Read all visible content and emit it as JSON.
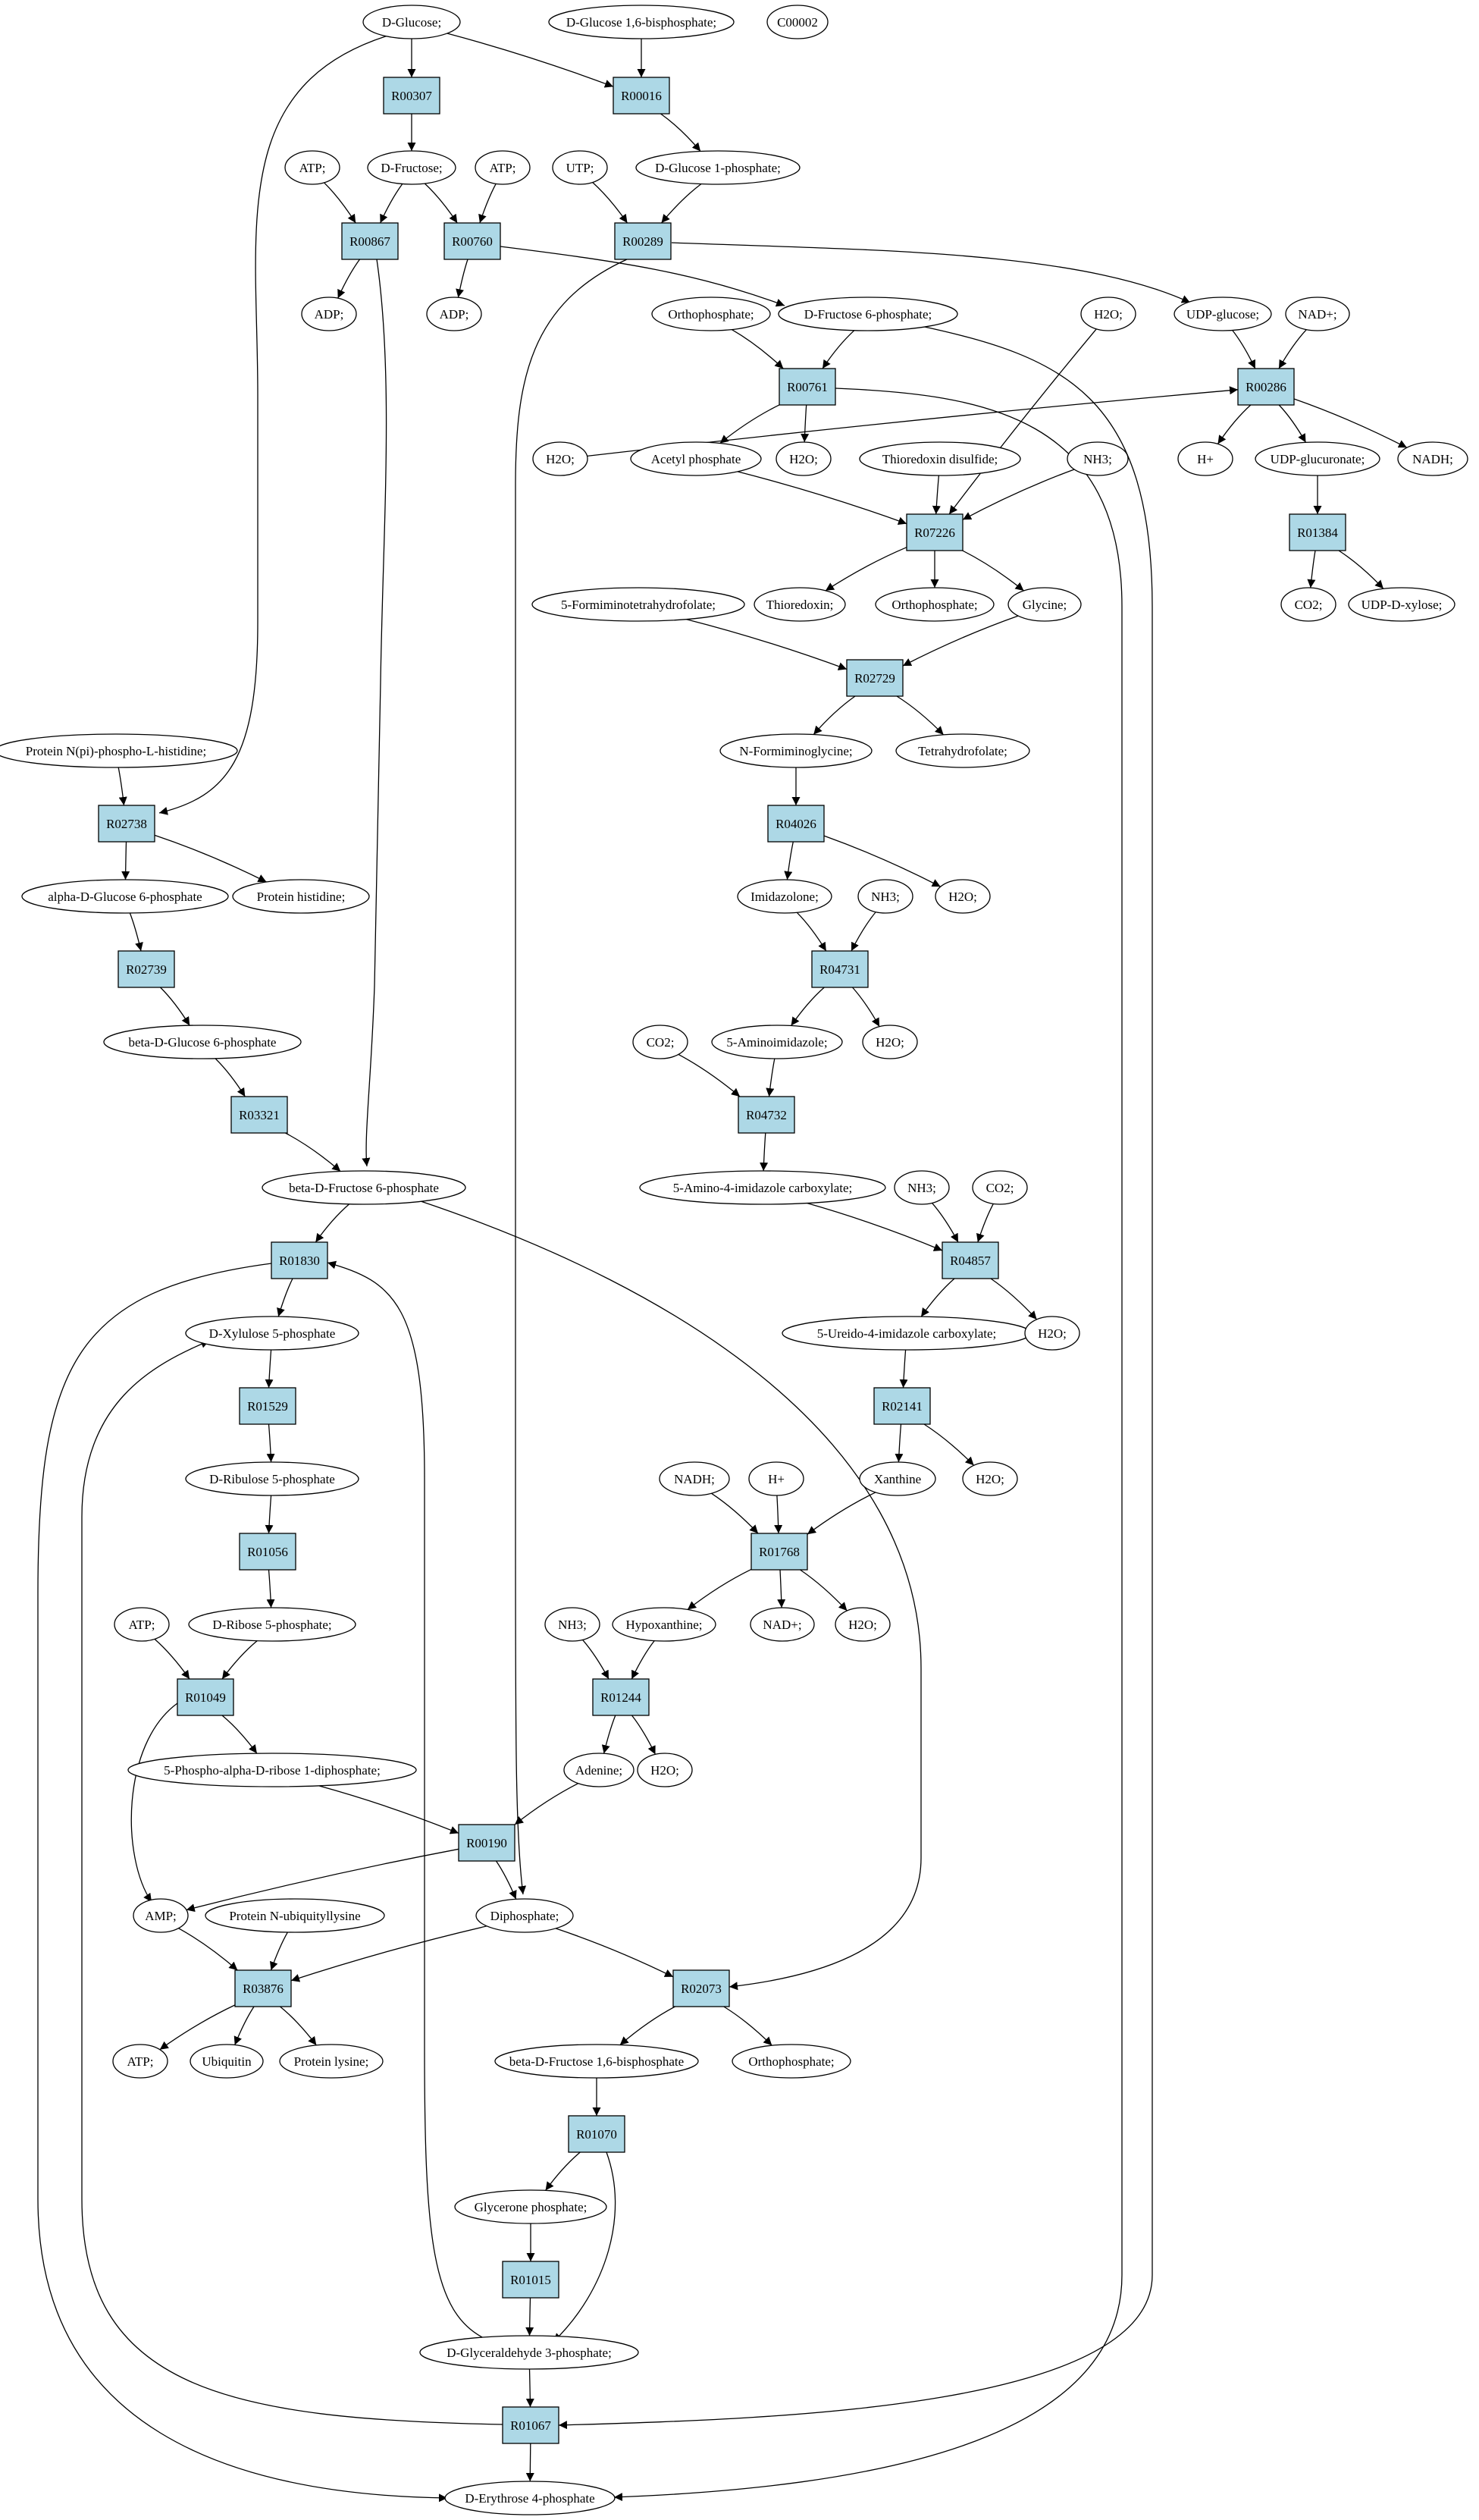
{
  "graph": {
    "colors": {
      "start": "#00ff00",
      "highlight": "#ffff00",
      "reaction": "#add8e6",
      "compound": "#ffffff"
    },
    "nodes": [
      {
        "id": "c1",
        "kind": "compound",
        "label": "D-Glucose;",
        "style": "start"
      },
      {
        "id": "c2",
        "kind": "compound",
        "label": "D-Glucose 1,6-bisphosphate;"
      },
      {
        "id": "c3",
        "kind": "compound",
        "label": "C00002",
        "style": "highlight"
      },
      {
        "id": "c4",
        "kind": "compound",
        "label": "ATP;"
      },
      {
        "id": "c5",
        "kind": "compound",
        "label": "D-Fructose;"
      },
      {
        "id": "c6",
        "kind": "compound",
        "label": "ATP;"
      },
      {
        "id": "c7",
        "kind": "compound",
        "label": "UTP;"
      },
      {
        "id": "c8",
        "kind": "compound",
        "label": "D-Glucose 1-phosphate;"
      },
      {
        "id": "c9",
        "kind": "compound",
        "label": "ADP;"
      },
      {
        "id": "c10",
        "kind": "compound",
        "label": "ADP;"
      },
      {
        "id": "c11",
        "kind": "compound",
        "label": "Orthophosphate;"
      },
      {
        "id": "c12",
        "kind": "compound",
        "label": "D-Fructose 6-phosphate;"
      },
      {
        "id": "c13",
        "kind": "compound",
        "label": "H2O;"
      },
      {
        "id": "c14",
        "kind": "compound",
        "label": "UDP-glucose;"
      },
      {
        "id": "c15",
        "kind": "compound",
        "label": "NAD+;"
      },
      {
        "id": "c16",
        "kind": "compound",
        "label": "H2O;"
      },
      {
        "id": "c17",
        "kind": "compound",
        "label": "Acetyl phosphate"
      },
      {
        "id": "c18",
        "kind": "compound",
        "label": "H2O;"
      },
      {
        "id": "c19",
        "kind": "compound",
        "label": "Thioredoxin disulfide;"
      },
      {
        "id": "c20",
        "kind": "compound",
        "label": "NH3;"
      },
      {
        "id": "c21",
        "kind": "compound",
        "label": "H+"
      },
      {
        "id": "c22",
        "kind": "compound",
        "label": "UDP-glucuronate;"
      },
      {
        "id": "c23",
        "kind": "compound",
        "label": "NADH;"
      },
      {
        "id": "c24",
        "kind": "compound",
        "label": "5-Formiminotetrahydrofolate;"
      },
      {
        "id": "c25",
        "kind": "compound",
        "label": "Thioredoxin;"
      },
      {
        "id": "c26",
        "kind": "compound",
        "label": "Orthophosphate;"
      },
      {
        "id": "c27",
        "kind": "compound",
        "label": "Glycine;"
      },
      {
        "id": "c28",
        "kind": "compound",
        "label": "CO2;"
      },
      {
        "id": "c29",
        "kind": "compound",
        "label": "UDP-D-xylose;"
      },
      {
        "id": "c30",
        "kind": "compound",
        "label": "Protein N(pi)-phospho-L-histidine;"
      },
      {
        "id": "c31",
        "kind": "compound",
        "label": "N-Formiminoglycine;"
      },
      {
        "id": "c32",
        "kind": "compound",
        "label": "Tetrahydrofolate;"
      },
      {
        "id": "c33",
        "kind": "compound",
        "label": "alpha-D-Glucose 6-phosphate"
      },
      {
        "id": "c34",
        "kind": "compound",
        "label": "Protein histidine;"
      },
      {
        "id": "c35",
        "kind": "compound",
        "label": "Imidazolone;"
      },
      {
        "id": "c36",
        "kind": "compound",
        "label": "NH3;"
      },
      {
        "id": "c37",
        "kind": "compound",
        "label": "H2O;"
      },
      {
        "id": "c38",
        "kind": "compound",
        "label": "beta-D-Glucose 6-phosphate"
      },
      {
        "id": "c39",
        "kind": "compound",
        "label": "CO2;"
      },
      {
        "id": "c40",
        "kind": "compound",
        "label": "5-Aminoimidazole;"
      },
      {
        "id": "c41",
        "kind": "compound",
        "label": "H2O;"
      },
      {
        "id": "c42",
        "kind": "compound",
        "label": "beta-D-Fructose 6-phosphate"
      },
      {
        "id": "c43",
        "kind": "compound",
        "label": "5-Amino-4-imidazole carboxylate;"
      },
      {
        "id": "c44",
        "kind": "compound",
        "label": "NH3;"
      },
      {
        "id": "c45",
        "kind": "compound",
        "label": "CO2;"
      },
      {
        "id": "c46",
        "kind": "compound",
        "label": "D-Xylulose 5-phosphate"
      },
      {
        "id": "c47",
        "kind": "compound",
        "label": "5-Ureido-4-imidazole carboxylate;"
      },
      {
        "id": "c48",
        "kind": "compound",
        "label": "H2O;"
      },
      {
        "id": "c49",
        "kind": "compound",
        "label": "D-Ribulose 5-phosphate"
      },
      {
        "id": "c50",
        "kind": "compound",
        "label": "NADH;"
      },
      {
        "id": "c51",
        "kind": "compound",
        "label": "H+"
      },
      {
        "id": "c52",
        "kind": "compound",
        "label": "Xanthine"
      },
      {
        "id": "c53",
        "kind": "compound",
        "label": "H2O;"
      },
      {
        "id": "c54",
        "kind": "compound",
        "label": "ATP;"
      },
      {
        "id": "c55",
        "kind": "compound",
        "label": "D-Ribose 5-phosphate;"
      },
      {
        "id": "c56",
        "kind": "compound",
        "label": "NH3;"
      },
      {
        "id": "c57",
        "kind": "compound",
        "label": "Hypoxanthine;"
      },
      {
        "id": "c58",
        "kind": "compound",
        "label": "NAD+;"
      },
      {
        "id": "c59",
        "kind": "compound",
        "label": "H2O;"
      },
      {
        "id": "c60",
        "kind": "compound",
        "label": "5-Phospho-alpha-D-ribose 1-diphosphate;"
      },
      {
        "id": "c61",
        "kind": "compound",
        "label": "Adenine;"
      },
      {
        "id": "c62",
        "kind": "compound",
        "label": "H2O;"
      },
      {
        "id": "c63",
        "kind": "compound",
        "label": "AMP;"
      },
      {
        "id": "c64",
        "kind": "compound",
        "label": "Protein N-ubiquityllysine"
      },
      {
        "id": "c65",
        "kind": "compound",
        "label": "Diphosphate;"
      },
      {
        "id": "c66",
        "kind": "compound",
        "label": "ATP;"
      },
      {
        "id": "c67",
        "kind": "compound",
        "label": "Ubiquitin"
      },
      {
        "id": "c68",
        "kind": "compound",
        "label": "Protein lysine;"
      },
      {
        "id": "c69",
        "kind": "compound",
        "label": "beta-D-Fructose 1,6-bisphosphate"
      },
      {
        "id": "c70",
        "kind": "compound",
        "label": "Orthophosphate;"
      },
      {
        "id": "c71",
        "kind": "compound",
        "label": "Glycerone phosphate;"
      },
      {
        "id": "c72",
        "kind": "compound",
        "label": "D-Glyceraldehyde 3-phosphate;"
      },
      {
        "id": "c73",
        "kind": "compound",
        "label": "D-Erythrose 4-phosphate"
      },
      {
        "id": "r1",
        "kind": "reaction",
        "label": "R00307"
      },
      {
        "id": "r2",
        "kind": "reaction",
        "label": "R00016"
      },
      {
        "id": "r3",
        "kind": "reaction",
        "label": "R00867"
      },
      {
        "id": "r4",
        "kind": "reaction",
        "label": "R00760"
      },
      {
        "id": "r5",
        "kind": "reaction",
        "label": "R00289"
      },
      {
        "id": "r6",
        "kind": "reaction",
        "label": "R00761"
      },
      {
        "id": "r7",
        "kind": "reaction",
        "label": "R00286"
      },
      {
        "id": "r8",
        "kind": "reaction",
        "label": "R07226"
      },
      {
        "id": "r9",
        "kind": "reaction",
        "label": "R01384"
      },
      {
        "id": "r10",
        "kind": "reaction",
        "label": "R02729"
      },
      {
        "id": "r11",
        "kind": "reaction",
        "label": "R02738"
      },
      {
        "id": "r12",
        "kind": "reaction",
        "label": "R04026"
      },
      {
        "id": "r13",
        "kind": "reaction",
        "label": "R02739"
      },
      {
        "id": "r14",
        "kind": "reaction",
        "label": "R04731"
      },
      {
        "id": "r15",
        "kind": "reaction",
        "label": "R03321"
      },
      {
        "id": "r16",
        "kind": "reaction",
        "label": "R04732"
      },
      {
        "id": "r17",
        "kind": "reaction",
        "label": "R01830"
      },
      {
        "id": "r18",
        "kind": "reaction",
        "label": "R04857"
      },
      {
        "id": "r19",
        "kind": "reaction",
        "label": "R01529"
      },
      {
        "id": "r20",
        "kind": "reaction",
        "label": "R02141"
      },
      {
        "id": "r21",
        "kind": "reaction",
        "label": "R01056"
      },
      {
        "id": "r22",
        "kind": "reaction",
        "label": "R01768"
      },
      {
        "id": "r23",
        "kind": "reaction",
        "label": "R01049"
      },
      {
        "id": "r24",
        "kind": "reaction",
        "label": "R01244"
      },
      {
        "id": "r25",
        "kind": "reaction",
        "label": "R00190"
      },
      {
        "id": "r26",
        "kind": "reaction",
        "label": "R03876"
      },
      {
        "id": "r27",
        "kind": "reaction",
        "label": "R02073"
      },
      {
        "id": "r28",
        "kind": "reaction",
        "label": "R01070"
      },
      {
        "id": "r29",
        "kind": "reaction",
        "label": "R01015"
      },
      {
        "id": "r30",
        "kind": "reaction",
        "label": "R01067"
      }
    ],
    "edges": [
      [
        "c1",
        "r1"
      ],
      [
        "r1",
        "c5"
      ],
      [
        "c1",
        "r2"
      ],
      [
        "c2",
        "r2"
      ],
      [
        "r2",
        "c8"
      ],
      [
        "c4",
        "r3"
      ],
      [
        "c5",
        "r3"
      ],
      [
        "r3",
        "c9"
      ],
      [
        "c5",
        "r4"
      ],
      [
        "c6",
        "r4"
      ],
      [
        "r4",
        "c10"
      ],
      [
        "r4",
        "c12"
      ],
      [
        "c7",
        "r5"
      ],
      [
        "c8",
        "r5"
      ],
      [
        "r5",
        "c14"
      ],
      [
        "r5",
        "c65"
      ],
      [
        "c11",
        "r6"
      ],
      [
        "c12",
        "r6"
      ],
      [
        "r6",
        "c17"
      ],
      [
        "r6",
        "c18"
      ],
      [
        "r6",
        "c73"
      ],
      [
        "c16",
        "r7"
      ],
      [
        "c14",
        "r7"
      ],
      [
        "c15",
        "r7"
      ],
      [
        "r7",
        "c21"
      ],
      [
        "r7",
        "c22"
      ],
      [
        "r7",
        "c23"
      ],
      [
        "c13",
        "r8"
      ],
      [
        "c17",
        "r8"
      ],
      [
        "c19",
        "r8"
      ],
      [
        "c20",
        "r8"
      ],
      [
        "r8",
        "c25"
      ],
      [
        "r8",
        "c26"
      ],
      [
        "r8",
        "c27"
      ],
      [
        "c22",
        "r9"
      ],
      [
        "r9",
        "c28"
      ],
      [
        "r9",
        "c29"
      ],
      [
        "c24",
        "r10"
      ],
      [
        "c27",
        "r10"
      ],
      [
        "r10",
        "c31"
      ],
      [
        "r10",
        "c32"
      ],
      [
        "c1",
        "r11"
      ],
      [
        "c30",
        "r11"
      ],
      [
        "r11",
        "c33"
      ],
      [
        "r11",
        "c34"
      ],
      [
        "c31",
        "r12"
      ],
      [
        "r12",
        "c35"
      ],
      [
        "r12",
        "c37"
      ],
      [
        "c33",
        "r13"
      ],
      [
        "r13",
        "c38"
      ],
      [
        "c35",
        "r14"
      ],
      [
        "c36",
        "r14"
      ],
      [
        "r14",
        "c40"
      ],
      [
        "r14",
        "c41"
      ],
      [
        "c38",
        "r15"
      ],
      [
        "r15",
        "c42"
      ],
      [
        "r3",
        "c42"
      ],
      [
        "c39",
        "r16"
      ],
      [
        "c40",
        "r16"
      ],
      [
        "r16",
        "c43"
      ],
      [
        "c42",
        "r17"
      ],
      [
        "r17",
        "c46"
      ],
      [
        "r17",
        "c73"
      ],
      [
        "c43",
        "r18"
      ],
      [
        "c44",
        "r18"
      ],
      [
        "c45",
        "r18"
      ],
      [
        "r18",
        "c47"
      ],
      [
        "r18",
        "c48"
      ],
      [
        "c46",
        "r19"
      ],
      [
        "r19",
        "c49"
      ],
      [
        "c47",
        "r20"
      ],
      [
        "r20",
        "c52"
      ],
      [
        "r20",
        "c53"
      ],
      [
        "c49",
        "r21"
      ],
      [
        "r21",
        "c55"
      ],
      [
        "c50",
        "r22"
      ],
      [
        "c51",
        "r22"
      ],
      [
        "c52",
        "r22"
      ],
      [
        "r22",
        "c57"
      ],
      [
        "r22",
        "c58"
      ],
      [
        "r22",
        "c59"
      ],
      [
        "c54",
        "r23"
      ],
      [
        "c55",
        "r23"
      ],
      [
        "r23",
        "c60"
      ],
      [
        "r23",
        "c63"
      ],
      [
        "c56",
        "r24"
      ],
      [
        "c57",
        "r24"
      ],
      [
        "r24",
        "c61"
      ],
      [
        "r24",
        "c62"
      ],
      [
        "c60",
        "r25"
      ],
      [
        "c61",
        "r25"
      ],
      [
        "r25",
        "c63"
      ],
      [
        "r25",
        "c65"
      ],
      [
        "c63",
        "r26"
      ],
      [
        "c64",
        "r26"
      ],
      [
        "c65",
        "r26"
      ],
      [
        "r26",
        "c66"
      ],
      [
        "r26",
        "c67"
      ],
      [
        "r26",
        "c68"
      ],
      [
        "c42",
        "r27"
      ],
      [
        "c65",
        "r27"
      ],
      [
        "r27",
        "c69"
      ],
      [
        "r27",
        "c70"
      ],
      [
        "c69",
        "r28"
      ],
      [
        "r28",
        "c71"
      ],
      [
        "r28",
        "c72"
      ],
      [
        "c71",
        "r29"
      ],
      [
        "r29",
        "c72"
      ],
      [
        "c72",
        "r17"
      ],
      [
        "c72",
        "r30"
      ],
      [
        "c12",
        "r30"
      ],
      [
        "r30",
        "c46"
      ],
      [
        "r30",
        "c73"
      ]
    ]
  }
}
